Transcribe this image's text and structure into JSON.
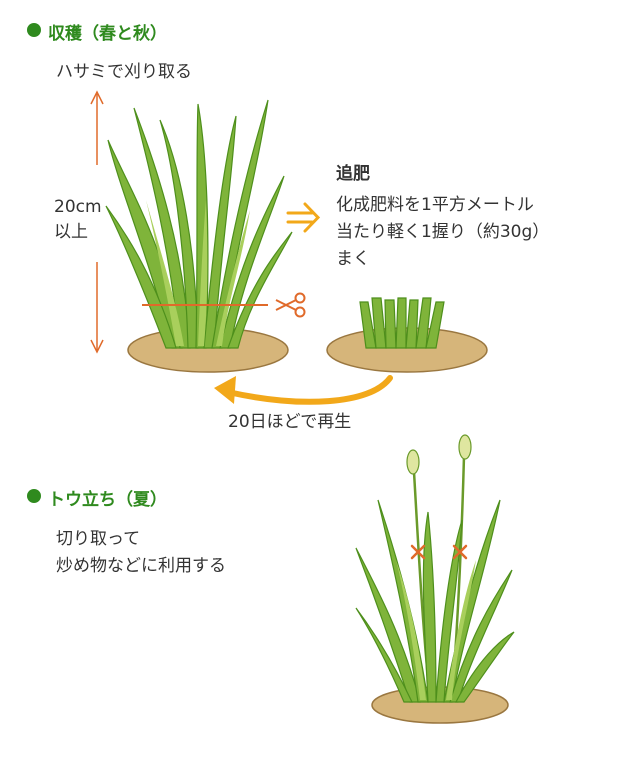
{
  "colors": {
    "heading_green": "#2f8a1e",
    "grass_dark": "#4e8f1c",
    "grass_mid": "#7fb43a",
    "grass_light": "#a9cf5c",
    "soil": "#d6b57a",
    "soil_edge": "#9a7740",
    "cut_line": "#e06a2a",
    "arrow_orange": "#f2a81a",
    "text": "#333333"
  },
  "harvest": {
    "heading": "収穫（春と秋）",
    "cut_label": "ハサミで刈り取る",
    "height_line1": "20cm",
    "height_line2": "以上",
    "scissors_icon": "scissors-icon"
  },
  "fertilizer": {
    "title": "追肥",
    "line1": "化成肥料を1平方メートル",
    "line2": "当たり軽く1握り（約30g）",
    "line3": "まく"
  },
  "regrow": {
    "label": "20日ほどで再生"
  },
  "bolting": {
    "heading": "トウ立ち（夏）",
    "line1": "切り取って",
    "line2": "炒め物などに利用する"
  }
}
